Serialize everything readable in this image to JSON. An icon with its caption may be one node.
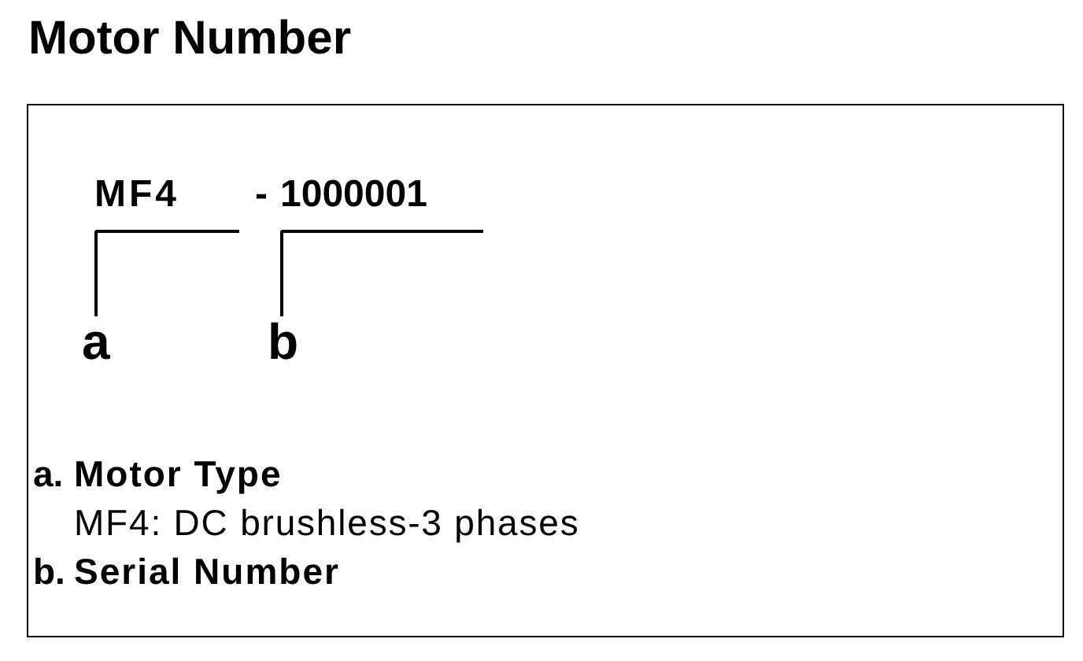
{
  "diagram": {
    "title": "Motor Number",
    "nodes": [
      {
        "text": [
          "MF4"
        ]
      },
      {
        "text": [
          "1000001"
        ]
      },
      {
        "text": [
          "a"
        ]
      },
      {
        "text": [
          "b"
        ]
      }
    ],
    "edges": [
      {
        "from": 2,
        "to": 0,
        "arrow": "none"
      },
      {
        "from": 3,
        "to": 1,
        "arrow": "none"
      }
    ],
    "labels": [
      "-",
      "a.",
      "Motor Type",
      "MF4: DC brushless-3 phases",
      "b.",
      "Serial Number"
    ]
  }
}
